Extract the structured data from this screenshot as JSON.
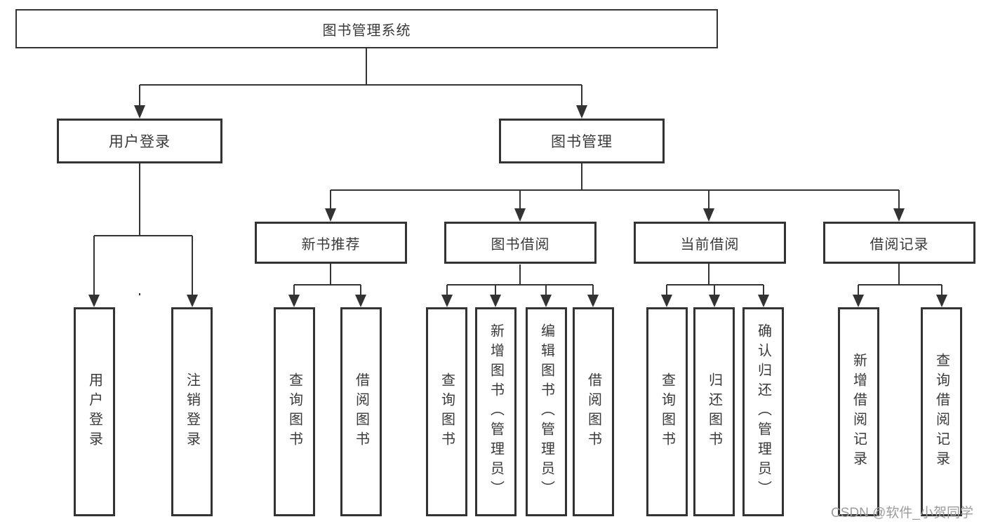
{
  "diagram": {
    "type": "hierarchy-tree",
    "line_color": "#333333",
    "box_border_color": "#333333",
    "text_color": "#3a3a3a",
    "background_color": "#ffffff",
    "root": {
      "label": "图书管理系统"
    },
    "branches": [
      {
        "label": "用户登录",
        "children": [
          {
            "label": "用户登录"
          },
          {
            "label": "注销登录"
          }
        ]
      },
      {
        "label": "图书管理",
        "children": [
          {
            "label": "新书推荐",
            "children": [
              {
                "label": "查询图书"
              },
              {
                "label": "借阅图书"
              }
            ]
          },
          {
            "label": "图书借阅",
            "children": [
              {
                "label": "查询图书"
              },
              {
                "label": "新增图书（管理员）"
              },
              {
                "label": "编辑图书（管理员）"
              },
              {
                "label": "借阅图书"
              }
            ]
          },
          {
            "label": "当前借阅",
            "children": [
              {
                "label": "查询图书"
              },
              {
                "label": "归还图书"
              },
              {
                "label": "确认归还（管理员）"
              }
            ]
          },
          {
            "label": "借阅记录",
            "children": [
              {
                "label": "新增借阅记录"
              },
              {
                "label": "查询借阅记录"
              }
            ]
          }
        ]
      }
    ]
  },
  "watermark": {
    "text": "CSDN @软件_小贺同学",
    "color": "#9c9c9c"
  }
}
